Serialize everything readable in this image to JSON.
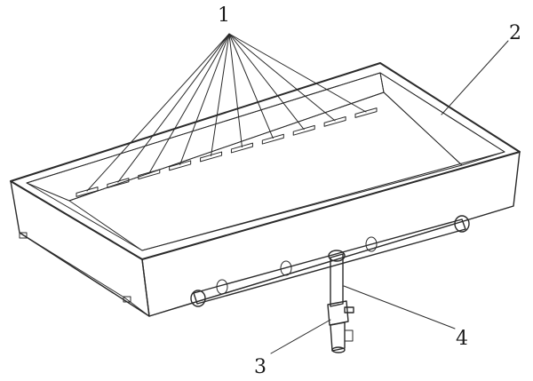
{
  "figure": {
    "labels": [
      {
        "id": "1",
        "text": "1",
        "part": "slot-holes"
      },
      {
        "id": "2",
        "text": "2",
        "part": "tray-body"
      },
      {
        "id": "3",
        "text": "3",
        "part": "valve"
      },
      {
        "id": "4",
        "text": "4",
        "part": "drain-pipe"
      }
    ],
    "slot_count": 10,
    "colors": {
      "line": "#2a2a2a",
      "fill_inner": "#f4f4f4",
      "fill_side": "#e8e8e8",
      "background": "#ffffff"
    }
  }
}
